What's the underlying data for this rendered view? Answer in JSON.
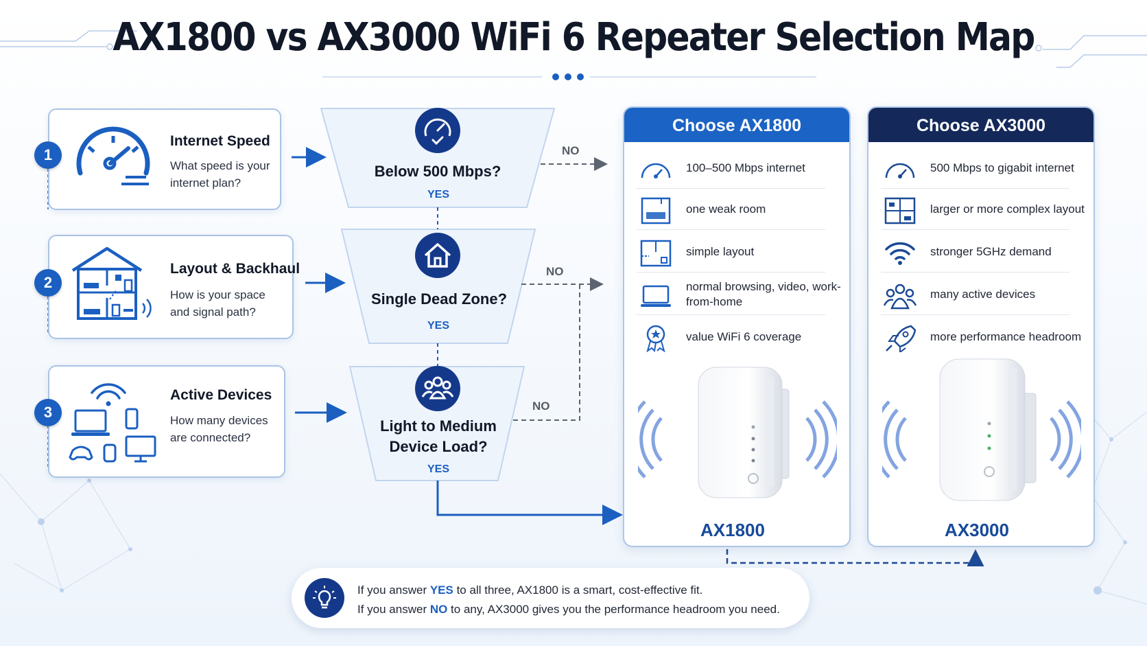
{
  "title": "AX1800 vs AX3000 WiFi 6 Repeater Selection Map",
  "colors": {
    "primary": "#1b5fc1",
    "navy": "#152a55",
    "ax1800_head": "#1b63c4",
    "ax3000_head": "#14285a"
  },
  "steps": [
    {
      "number": "1",
      "title": "Internet Speed",
      "question": "What speed is your internet plan?",
      "icon": "speedometer-icon"
    },
    {
      "number": "2",
      "title": "Layout & Backhaul",
      "question": "How is your space and signal path?",
      "icon": "house-layout-icon"
    },
    {
      "number": "3",
      "title": "Active Devices",
      "question": "How many devices are connected?",
      "icon": "devices-icon"
    }
  ],
  "decisions": [
    {
      "question": "Below 500 Mbps?",
      "yes": "YES",
      "no": "NO",
      "icon": "speed-check-icon"
    },
    {
      "question": "Single Dead Zone?",
      "yes": "YES",
      "no": "NO",
      "icon": "home-icon"
    },
    {
      "question_line1": "Light to Medium",
      "question_line2": "Device Load?",
      "yes": "YES",
      "no": "NO",
      "icon": "users-icon"
    }
  ],
  "ax1800": {
    "heading": "Choose AX1800",
    "features": [
      {
        "text": "100–500 Mbps internet",
        "icon": "gauge-icon"
      },
      {
        "text": "one weak room",
        "icon": "bedroom-icon"
      },
      {
        "text": "simple layout",
        "icon": "floorplan-icon"
      },
      {
        "text": "normal browsing, video, work-from-home",
        "icon": "laptop-icon"
      },
      {
        "text": "value WiFi 6 coverage",
        "icon": "award-badge-icon"
      }
    ],
    "model": "AX1800"
  },
  "ax3000": {
    "heading": "Choose AX3000",
    "features": [
      {
        "text": "500 Mbps to gigabit internet",
        "icon": "gauge-icon"
      },
      {
        "text": "larger or more complex layout",
        "icon": "multi-room-icon"
      },
      {
        "text": "stronger 5GHz demand",
        "icon": "wifi-icon"
      },
      {
        "text": "many active devices",
        "icon": "users-icon"
      },
      {
        "text": "more performance headroom",
        "icon": "rocket-icon"
      }
    ],
    "model": "AX3000"
  },
  "tip": {
    "icon": "lightbulb-icon",
    "line1_pre": "If you answer ",
    "line1_key": "YES",
    "line1_post": " to all three, AX1800 is a smart, cost-effective fit.",
    "line2_pre": "If you answer ",
    "line2_key": "NO",
    "line2_post": " to any, AX3000 gives you the performance headroom you need."
  }
}
